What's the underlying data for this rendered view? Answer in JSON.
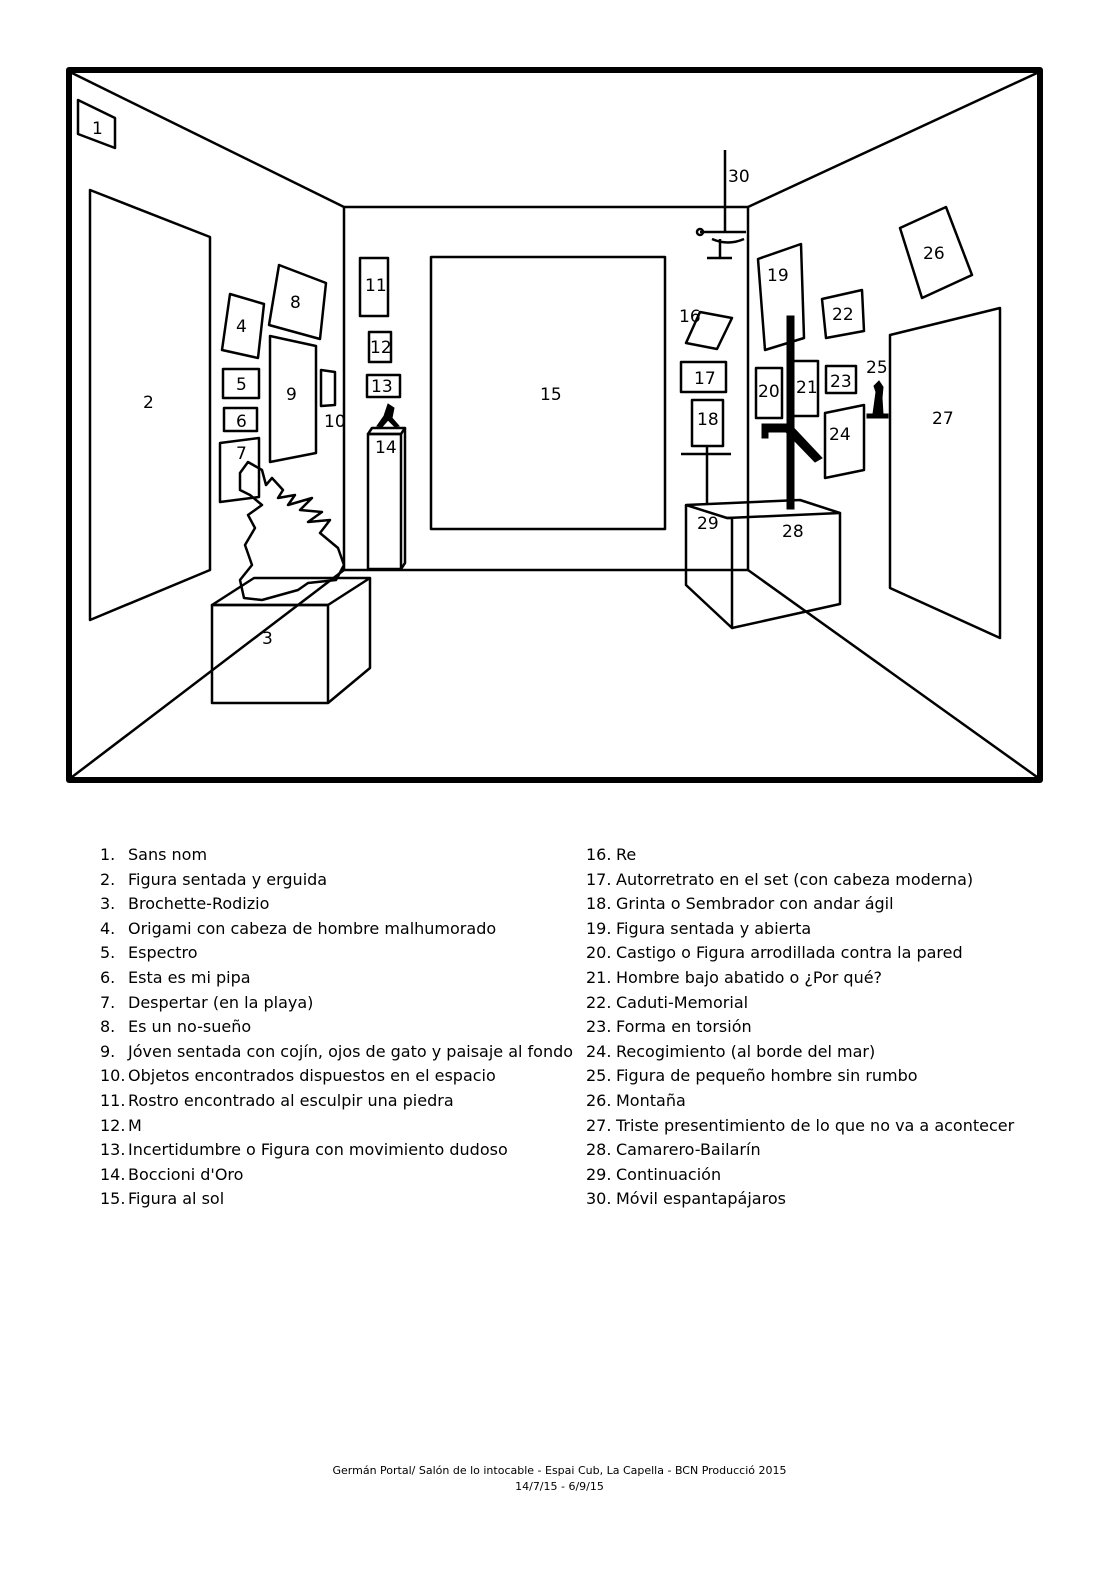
{
  "diagram": {
    "markers": [
      "1",
      "2",
      "3",
      "4",
      "5",
      "6",
      "7",
      "8",
      "9",
      "10",
      "11",
      "12",
      "13",
      "14",
      "15",
      "16",
      "17",
      "18",
      "19",
      "20",
      "21",
      "22",
      "23",
      "24",
      "25",
      "26",
      "27",
      "28",
      "29",
      "30"
    ]
  },
  "legend": {
    "left": [
      {
        "num": "1.",
        "title": "Sans nom"
      },
      {
        "num": "2.",
        "title": "Figura sentada y erguida"
      },
      {
        "num": "3.",
        "title": "Brochette-Rodizio"
      },
      {
        "num": "4.",
        "title": "Origami con cabeza de hombre malhumorado"
      },
      {
        "num": "5.",
        "title": "Espectro"
      },
      {
        "num": "6.",
        "title": "Esta es mi pipa"
      },
      {
        "num": "7.",
        "title": "Despertar (en la playa)"
      },
      {
        "num": "8.",
        "title": "Es un no-sueño"
      },
      {
        "num": "9.",
        "title": "Jóven sentada con cojín, ojos de gato y paisaje al fondo"
      },
      {
        "num": "10.",
        "title": "Objetos encontrados dispuestos en el espacio"
      },
      {
        "num": "11.",
        "title": "Rostro encontrado al esculpir una piedra"
      },
      {
        "num": "12.",
        "title": "M"
      },
      {
        "num": "13.",
        "title": "Incertidumbre o Figura con movimiento dudoso"
      },
      {
        "num": "14.",
        "title": "Boccioni d'Oro"
      },
      {
        "num": "15.",
        "title": "Figura al sol"
      }
    ],
    "right": [
      {
        "num": "16.",
        "title": "Re"
      },
      {
        "num": "17.",
        "title": "Autorretrato en el set (con cabeza moderna)"
      },
      {
        "num": "18.",
        "title": "Grinta o Sembrador con andar ágil"
      },
      {
        "num": "19.",
        "title": "Figura sentada y abierta"
      },
      {
        "num": "20.",
        "title": "Castigo o Figura arrodillada contra la pared"
      },
      {
        "num": "21.",
        "title": "Hombre bajo abatido o ¿Por qué?"
      },
      {
        "num": "22.",
        "title": "Caduti-Memorial"
      },
      {
        "num": "23.",
        "title": "Forma en torsión"
      },
      {
        "num": "24.",
        "title": "Recogimiento (al borde del mar)"
      },
      {
        "num": "25.",
        "title": "Figura de pequeño hombre sin rumbo"
      },
      {
        "num": "26.",
        "title": "Montaña"
      },
      {
        "num": "27.",
        "title": "Triste presentimiento de lo que no va a acontecer"
      },
      {
        "num": "28.",
        "title": "Camarero-Bailarín"
      },
      {
        "num": "29.",
        "title": "Continuación"
      },
      {
        "num": "30.",
        "title": "Móvil espantapájaros"
      }
    ]
  },
  "footer": {
    "line1": "Germán Portal/ Salón de lo intocable - Espai Cub, La Capella - BCN Producció 2015",
    "line2": "14/7/15 - 6/9/15"
  }
}
